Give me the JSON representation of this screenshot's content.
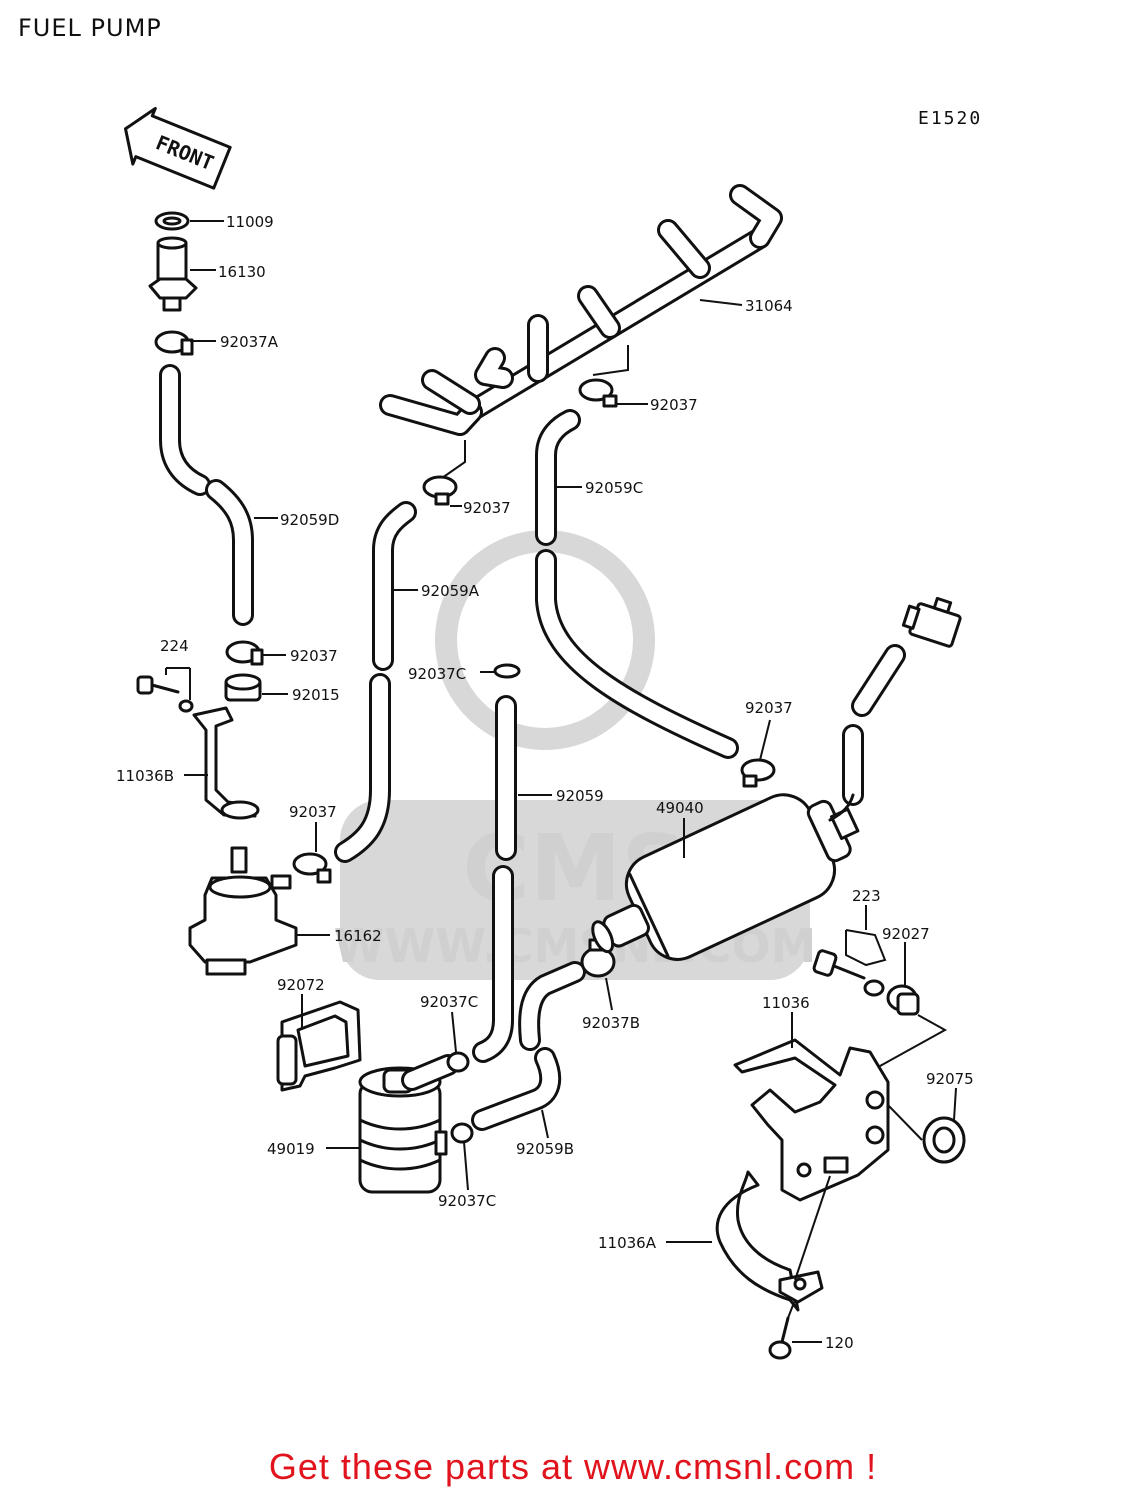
{
  "title": "FUEL PUMP",
  "diagram_code": "E1520",
  "front_label": "FRONT",
  "watermark": {
    "logo_text": "CMS",
    "site_text": "WWW.CMSNL.COM"
  },
  "footer_text": "Get these parts at www.cmsnl.com !",
  "colors": {
    "footer": "#e1141e",
    "line": "#111111",
    "watermark": "#d0d0d0"
  },
  "parts": {
    "p11009": "11009",
    "p16130": "16130",
    "p92037A": "92037A",
    "p31064": "31064",
    "p92037_top_right": "92037",
    "p92059C": "92059C",
    "p92037_mid": "92037",
    "p92059D": "92059D",
    "p92059A": "92059A",
    "p224": "224",
    "p92037_left": "92037",
    "p92015": "92015",
    "p92037C_top": "92037C",
    "p92037_pump": "92037",
    "p11036B": "11036B",
    "p92059": "92059",
    "p49040": "49040",
    "p92037_lower": "92037",
    "p16162": "16162",
    "p223": "223",
    "p92027": "92027",
    "p92072": "92072",
    "p92037C_mid": "92037C",
    "p92037B": "92037B",
    "p11036": "11036",
    "p92075": "92075",
    "p49019": "49019",
    "p92059B": "92059B",
    "p92037C_bottom": "92037C",
    "p11036A": "11036A",
    "p120": "120"
  }
}
